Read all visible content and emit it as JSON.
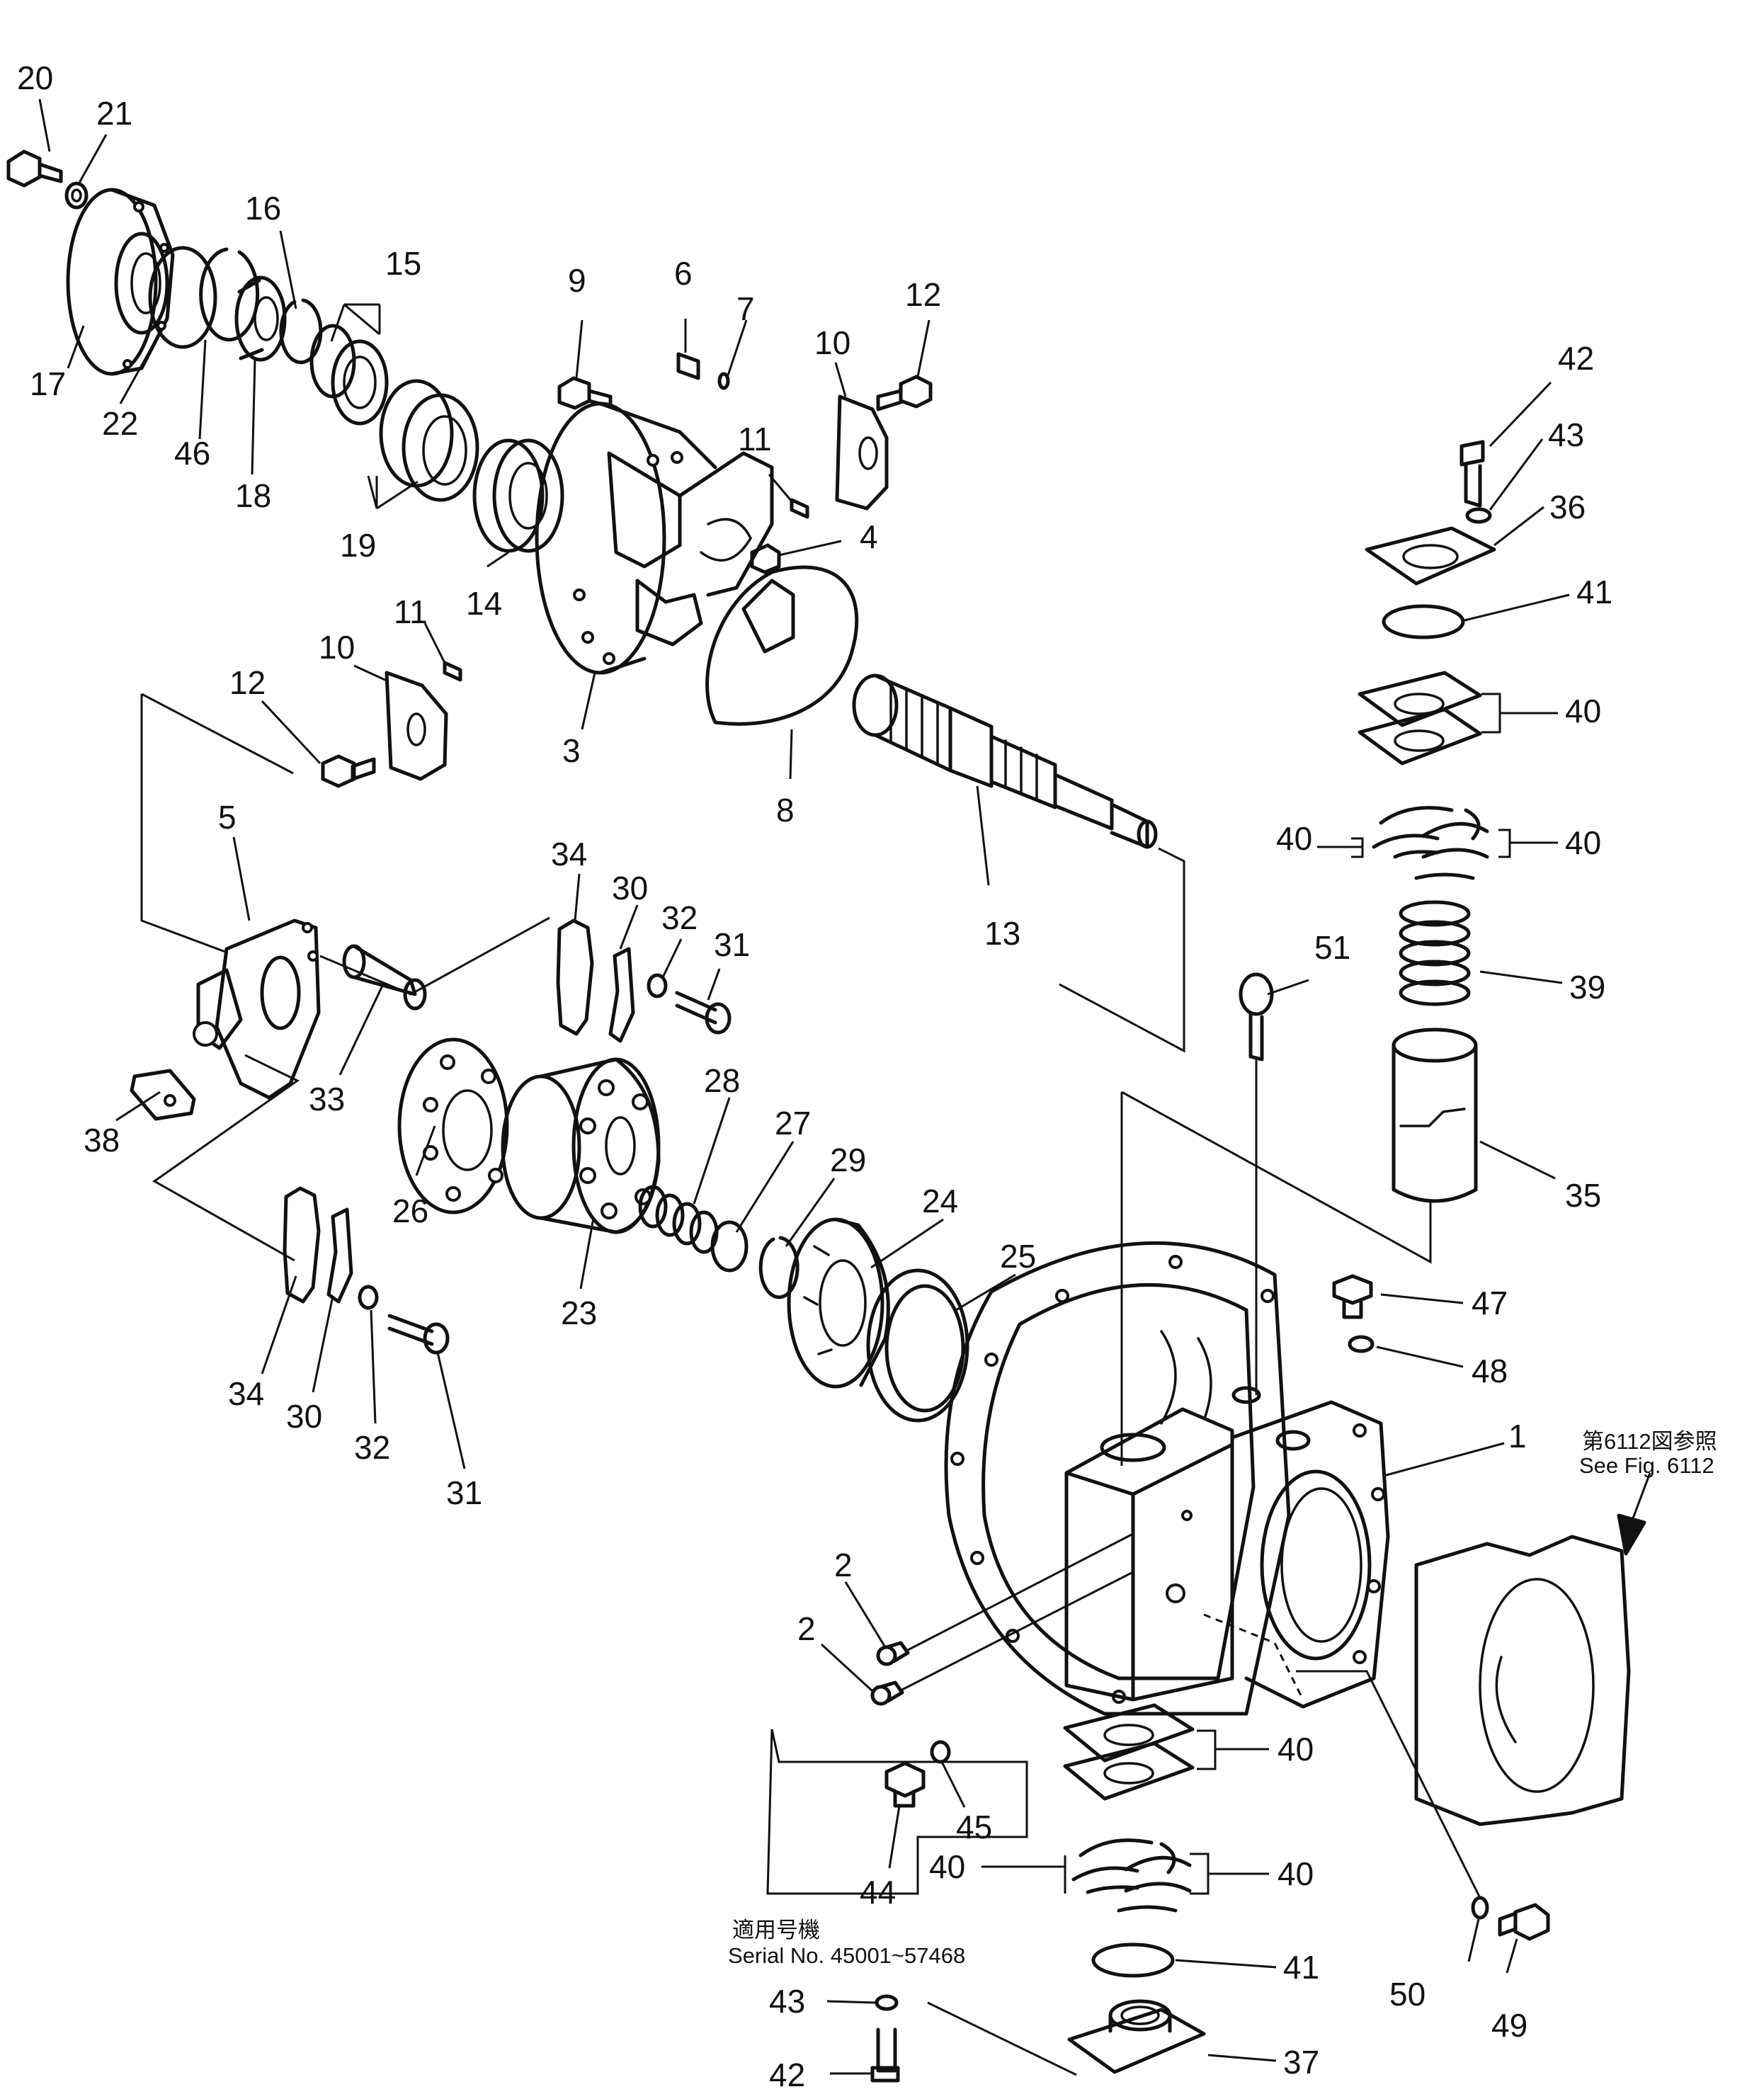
{
  "callouts": [
    {
      "id": "n20",
      "text": "20"
    },
    {
      "id": "n21",
      "text": "21"
    },
    {
      "id": "n17",
      "text": "17"
    },
    {
      "id": "n22",
      "text": "22"
    },
    {
      "id": "n46",
      "text": "46"
    },
    {
      "id": "n18",
      "text": "18"
    },
    {
      "id": "n16",
      "text": "16"
    },
    {
      "id": "n15",
      "text": "15"
    },
    {
      "id": "n19",
      "text": "19"
    },
    {
      "id": "n14",
      "text": "14"
    },
    {
      "id": "n9",
      "text": "9"
    },
    {
      "id": "n6",
      "text": "6"
    },
    {
      "id": "n7",
      "text": "7"
    },
    {
      "id": "n10a",
      "text": "10"
    },
    {
      "id": "n12a",
      "text": "12"
    },
    {
      "id": "n11a",
      "text": "11"
    },
    {
      "id": "n4",
      "text": "4"
    },
    {
      "id": "n11b",
      "text": "11"
    },
    {
      "id": "n10b",
      "text": "10"
    },
    {
      "id": "n12b",
      "text": "12"
    },
    {
      "id": "n3",
      "text": "3"
    },
    {
      "id": "n8",
      "text": "8"
    },
    {
      "id": "n13",
      "text": "13"
    },
    {
      "id": "n5",
      "text": "5"
    },
    {
      "id": "n34a",
      "text": "34"
    },
    {
      "id": "n30a",
      "text": "30"
    },
    {
      "id": "n32a",
      "text": "32"
    },
    {
      "id": "n31a",
      "text": "31"
    },
    {
      "id": "n38",
      "text": "38"
    },
    {
      "id": "n33",
      "text": "33"
    },
    {
      "id": "n26",
      "text": "26"
    },
    {
      "id": "n28",
      "text": "28"
    },
    {
      "id": "n27",
      "text": "27"
    },
    {
      "id": "n29",
      "text": "29"
    },
    {
      "id": "n23",
      "text": "23"
    },
    {
      "id": "n24",
      "text": "24"
    },
    {
      "id": "n25",
      "text": "25"
    },
    {
      "id": "n34b",
      "text": "34"
    },
    {
      "id": "n30b",
      "text": "30"
    },
    {
      "id": "n32b",
      "text": "32"
    },
    {
      "id": "n31b",
      "text": "31"
    },
    {
      "id": "n42a",
      "text": "42"
    },
    {
      "id": "n43a",
      "text": "43"
    },
    {
      "id": "n36",
      "text": "36"
    },
    {
      "id": "n41a",
      "text": "41"
    },
    {
      "id": "n40a",
      "text": "40"
    },
    {
      "id": "n40b",
      "text": "40"
    },
    {
      "id": "n40c",
      "text": "40"
    },
    {
      "id": "n39",
      "text": "39"
    },
    {
      "id": "n51",
      "text": "51"
    },
    {
      "id": "n35",
      "text": "35"
    },
    {
      "id": "n47",
      "text": "47"
    },
    {
      "id": "n48",
      "text": "48"
    },
    {
      "id": "n1",
      "text": "1"
    },
    {
      "id": "n2a",
      "text": "2"
    },
    {
      "id": "n2b",
      "text": "2"
    },
    {
      "id": "n40d",
      "text": "40"
    },
    {
      "id": "n45",
      "text": "45"
    },
    {
      "id": "n44",
      "text": "44"
    },
    {
      "id": "n40e",
      "text": "40"
    },
    {
      "id": "n40f",
      "text": "40"
    },
    {
      "id": "n41b",
      "text": "41"
    },
    {
      "id": "n43b",
      "text": "43"
    },
    {
      "id": "n42b",
      "text": "42"
    },
    {
      "id": "n37",
      "text": "37"
    },
    {
      "id": "n50",
      "text": "50"
    },
    {
      "id": "n49",
      "text": "49"
    }
  ],
  "notes": {
    "see_fig_jp": "第6112図参照",
    "see_fig_en": "See Fig. 6112",
    "serial_jp": "適用号機",
    "serial_en": "Serial No. 45001~57468"
  }
}
